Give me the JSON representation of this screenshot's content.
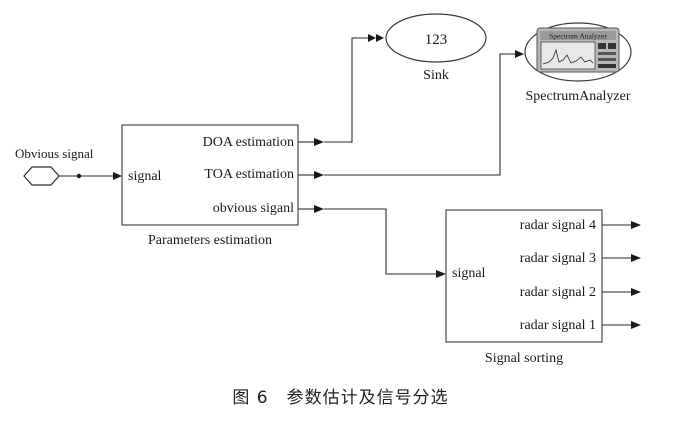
{
  "blocks": {
    "source": {
      "label": "Obvious signal"
    },
    "sink": {
      "value": "123",
      "label": "Sink"
    },
    "spectrum": {
      "label": "SpectrumAnalyzer",
      "screen_text": "Spectrum Analyzer"
    },
    "params": {
      "input_port": "signal",
      "outputs": [
        "DOA estimation",
        "TOA estimation",
        "obvious siganl"
      ],
      "label": "Parameters estimation"
    },
    "sorting": {
      "input_port": "signal",
      "outputs": [
        "radar signal 4",
        "radar signal 3",
        "radar signal 2",
        "radar signal 1"
      ],
      "label": "Signal sorting"
    }
  },
  "caption": "图 6　参数估计及信号分选",
  "colors": {
    "line": "#2a2a2a",
    "block_border": "#3a3a3a",
    "text": "#1a1a1a",
    "analyzer_screen": "#e8e8e8",
    "analyzer_body": "#9a9a9a"
  }
}
